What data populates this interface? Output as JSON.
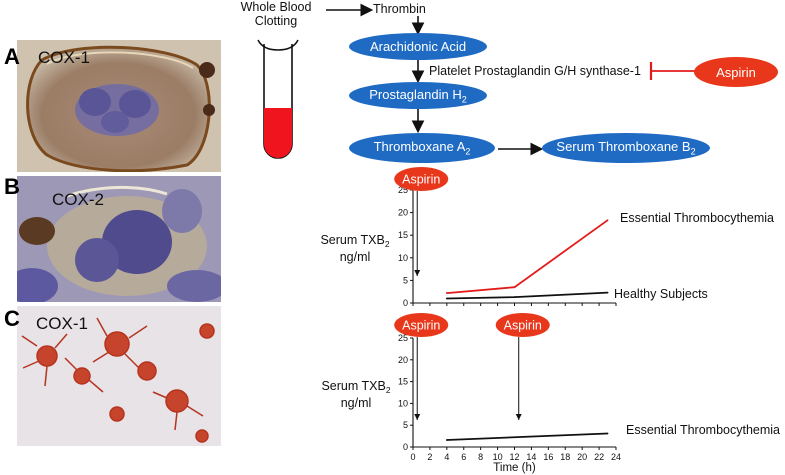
{
  "panels": {
    "a": {
      "letter": "A",
      "label": "COX-1"
    },
    "b": {
      "letter": "B",
      "label": "COX-2"
    },
    "c": {
      "letter": "C",
      "label": "COX-1"
    }
  },
  "pathway": {
    "whole_blood_line1": "Whole Blood",
    "whole_blood_line2": "Clotting",
    "thrombin": "Thrombin",
    "arachidonic_acid": "Arachidonic Acid",
    "synthase": "Platelet Prostaglandin G/H synthase-1",
    "aspirin": "Aspirin",
    "prostaglandin_base": "Prostaglandin H",
    "prostaglandin_sub": "2",
    "thromboxane_base": "Thromboxane A",
    "thromboxane_sub": "2",
    "serum_txb_base": "Serum Thromboxane B",
    "serum_txb_sub": "2"
  },
  "colors": {
    "node_blue": "#1f6bc4",
    "aspirin_red": "#e8371a",
    "inhibit_red": "#e21b1b",
    "blood_red": "#f0141e",
    "et_line_red": "#e21b1b"
  },
  "chart_data": [
    {
      "type": "line",
      "ylabel_base": "Serum TXB",
      "ylabel_sub": "2",
      "ylabel_unit": "ng/ml",
      "yticks": [
        "0",
        "5",
        "10",
        "15",
        "20",
        "25"
      ],
      "ylim": [
        0,
        25
      ],
      "xlim": [
        0,
        24
      ],
      "annotations": [
        {
          "text": "Aspirin",
          "x": 0.5
        }
      ],
      "series": [
        {
          "name": "Essential Thrombocythemia",
          "color": "#e21b1b",
          "x": [
            4,
            12,
            23
          ],
          "y": [
            2.2,
            3.5,
            18.3
          ]
        },
        {
          "name": "Healthy Subjects",
          "color": "#111111",
          "x": [
            4,
            12,
            23
          ],
          "y": [
            1.0,
            1.3,
            2.3
          ]
        }
      ]
    },
    {
      "type": "line",
      "ylabel_base": "Serum TXB",
      "ylabel_sub": "2",
      "ylabel_unit": "ng/ml",
      "yticks": [
        "0",
        "5",
        "10",
        "15",
        "20",
        "25"
      ],
      "xticks": [
        "0",
        "2",
        "4",
        "6",
        "8",
        "10",
        "12",
        "14",
        "16",
        "18",
        "20",
        "22",
        "24"
      ],
      "xlabel": "Time (h)",
      "ylim": [
        0,
        25
      ],
      "xlim": [
        0,
        24
      ],
      "annotations": [
        {
          "text": "Aspirin",
          "x": 0.5
        },
        {
          "text": "Aspirin",
          "x": 12.5
        }
      ],
      "series": [
        {
          "name": "Essential Thrombocythemia",
          "color": "#111111",
          "x": [
            4,
            23
          ],
          "y": [
            1.6,
            3.1
          ]
        }
      ]
    }
  ]
}
